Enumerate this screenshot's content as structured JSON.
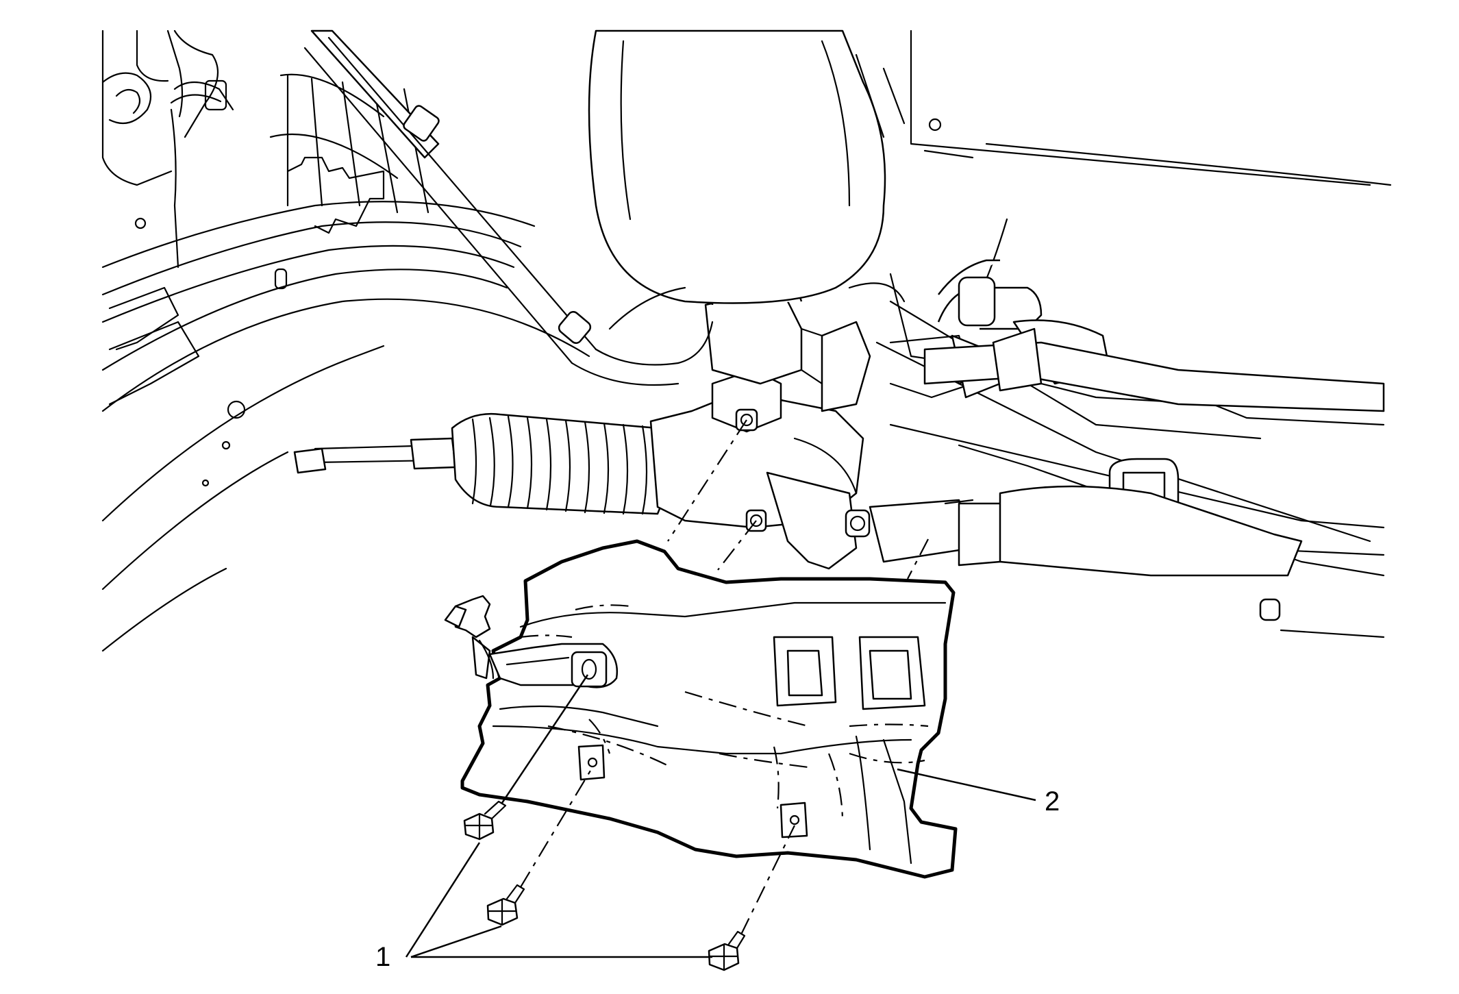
{
  "callouts": [
    {
      "id": "1",
      "label": "1",
      "part": "bolts"
    },
    {
      "id": "2",
      "label": "2",
      "part": "heat-shield"
    }
  ]
}
